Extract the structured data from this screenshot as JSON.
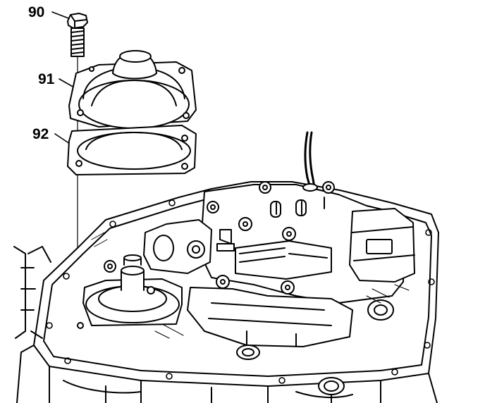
{
  "callouts": [
    {
      "id": "90"
    },
    {
      "id": "91"
    },
    {
      "id": "92"
    }
  ],
  "colors": {
    "ink": "#000000",
    "paper": "#ffffff"
  }
}
